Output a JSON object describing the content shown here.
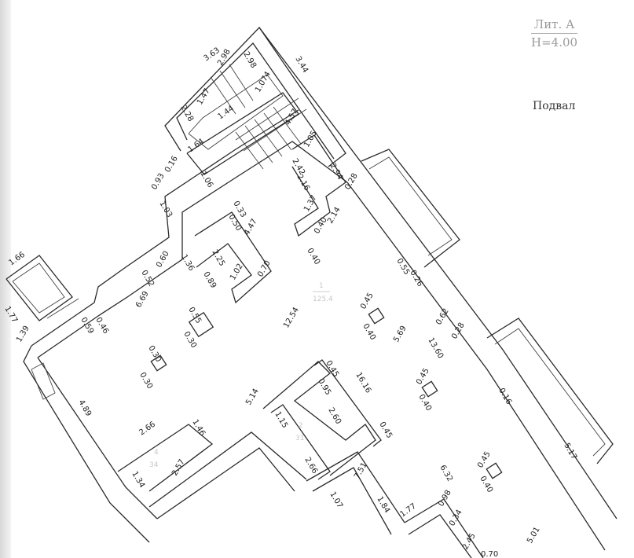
{
  "legend": {
    "building": "Лит. А",
    "height": "H=4.00",
    "floor": "Подвал"
  },
  "rooms": [
    {
      "number": "1",
      "area": "125.4"
    },
    {
      "number": "2",
      "area": "31"
    },
    {
      "number": "4",
      "area": "34"
    }
  ],
  "dimensions": [
    "3.63",
    "2.98",
    "2.98",
    "3.44",
    "1.074",
    "1.47",
    "1.44",
    "2.28",
    "4.57",
    "1.64",
    "1.05",
    "2.42",
    "2.94",
    "0.28",
    "0.16",
    "0.93",
    "1.06",
    "2.16",
    "1.03",
    "0.33",
    "0.50",
    "4.47",
    "1.37",
    "2.14",
    "0.40",
    "0.40",
    "2.25",
    "1.36",
    "0.60",
    "0.52",
    "0.89",
    "1.02",
    "0.70",
    "0.55",
    "0.26",
    "1.66",
    "1.77",
    "1.39",
    "0.59",
    "0.46",
    "6.69",
    "0.55",
    "0.30",
    "12.54",
    "0.45",
    "0.40",
    "0.62",
    "0.28",
    "5.69",
    "13.60",
    "0.30",
    "0.30",
    "0.45",
    "16.16",
    "0.95",
    "0.45",
    "0.40",
    "0.16",
    "4.89",
    "5.14",
    "1.46",
    "2.66",
    "2.60",
    "1.15",
    "0.45",
    "5.17",
    "2.66",
    "2.57",
    "1.34",
    "7.51",
    "6.32",
    "0.45",
    "0.40",
    "1.07",
    "1.84",
    "1.77",
    "0.98",
    "0.34",
    "2.45",
    "5.01",
    "0.70"
  ]
}
